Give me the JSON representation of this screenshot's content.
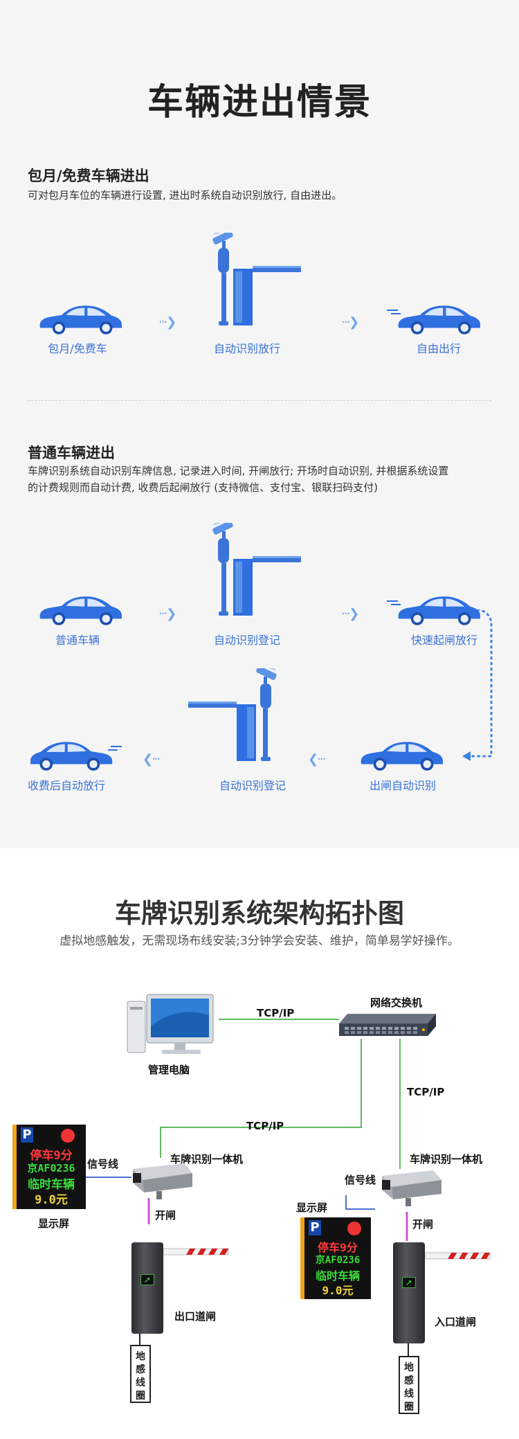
{
  "top": {
    "title": "车辆进出情景",
    "section1": {
      "title": "包月/免费车辆进出",
      "desc": "可对包月车位的车辆进行设置, 进出时系统自动识别放行, 自由进出。",
      "labels": [
        "包月/免费车",
        "自动识别放行",
        "自由出行"
      ]
    },
    "section2": {
      "title": "普通车辆进出",
      "desc_line1": "车牌识别系统自动识别车牌信息, 记录进入时间, 开闸放行; 开场时自动识别, 并根据系统设置",
      "desc_line2": "的计费规则而自动计费, 收费后起闸放行 (支持微信、支付宝、银联扫码支付)",
      "row1_labels": [
        "普通车辆",
        "自动识别登记",
        "快速起闸放行"
      ],
      "row2_labels": [
        "收费后自动放行",
        "自动识别登记",
        "出闸自动识别"
      ]
    }
  },
  "topology": {
    "title": "车牌识别系统架构拓扑图",
    "subtitle": "虚拟地感触发，无需现场布线安装;3分钟学会安装、维护，简单易学好操作。",
    "pc_label": "管理电脑",
    "switch_label": "网络交换机",
    "tcpip_1": "TCP/IP",
    "tcpip_2": "TCP/IP",
    "tcpip_3": "TCP/IP",
    "left": {
      "display_label": "显示屏",
      "signal_label": "信号线",
      "camera_label": "车牌识别一体机",
      "open_label": "开闸",
      "gate_label": "出口道闸",
      "loop_label": "地感线圈"
    },
    "right": {
      "display_label": "显示屏",
      "signal_label": "信号线",
      "camera_label": "车牌识别一体机",
      "open_label": "开闸",
      "gate_label": "入口道闸",
      "loop_label": "地感线圈"
    },
    "screen": {
      "p": "P",
      "line1": "停车9分",
      "line2": "京AF0236",
      "line3": "临时车辆",
      "line4": "9.0元"
    }
  },
  "colors": {
    "accent_blue": "#3a73d6",
    "car_blue": "#2f6fe0",
    "arrow_blue": "#6fa3ea",
    "panel_bg": "#f5f5f6",
    "green_line": "#5fb85f",
    "purple_line": "#cc55cc",
    "blue_line": "#4a70d0"
  }
}
